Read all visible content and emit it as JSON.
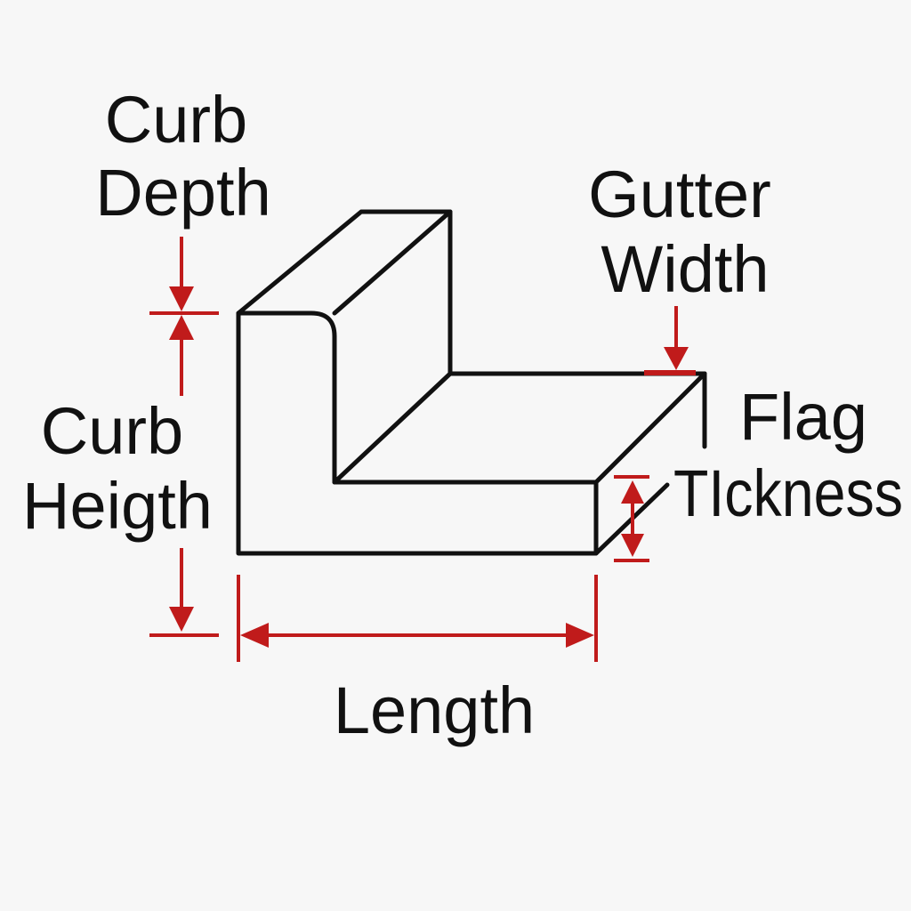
{
  "labels": {
    "curb_depth": [
      "Curb",
      "Depth"
    ],
    "gutter_width": [
      "Gutter",
      "Width"
    ],
    "curb_height": [
      "Curb",
      "Heigth"
    ],
    "flag_thickness": [
      "Flag",
      "TIckness"
    ],
    "length": "Length"
  },
  "colors": {
    "outline": "#111111",
    "dimension": "#c01b1b",
    "background": "#f7f7f7"
  }
}
